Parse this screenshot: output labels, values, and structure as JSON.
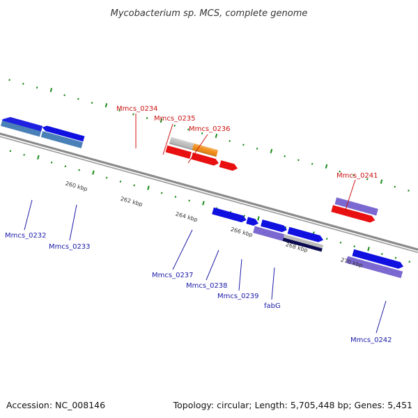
{
  "title": "Mycobacterium sp. MCS, complete genome",
  "footer": {
    "accession": "Accession: NC_008146",
    "summary": "Topology: circular; Length: 5,705,448 bp; Genes: 5,451"
  },
  "colors": {
    "forward": "#1010e0",
    "reverse": "#e81010",
    "steel": "#4a80b8",
    "purple": "#7b68d0",
    "orange": "#f08a10",
    "grey": "#bcbcbc",
    "navy": "#0a0a50",
    "tick": "#1a8a1a",
    "backbone": "#8a8a8a",
    "label_forward": "#1a1aa8",
    "label_reverse": "#cc1111"
  },
  "scale_labels": [
    "260 kbp",
    "262 kbp",
    "264 kbp",
    "266 kbp",
    "268 kbp",
    "270 kbp"
  ],
  "gene_labels": {
    "Mmcs_0232": "Mmcs_0232",
    "Mmcs_0233": "Mmcs_0233",
    "Mmcs_0234": "Mmcs_0234",
    "Mmcs_0235": "Mmcs_0235",
    "Mmcs_0236": "Mmcs_0236",
    "Mmcs_0237": "Mmcs_0237",
    "Mmcs_0238": "Mmcs_0238",
    "Mmcs_0239": "Mmcs_0239",
    "fabG": "fabG",
    "Mmcs_0241": "Mmcs_0241",
    "Mmcs_0242": "Mmcs_0242"
  }
}
